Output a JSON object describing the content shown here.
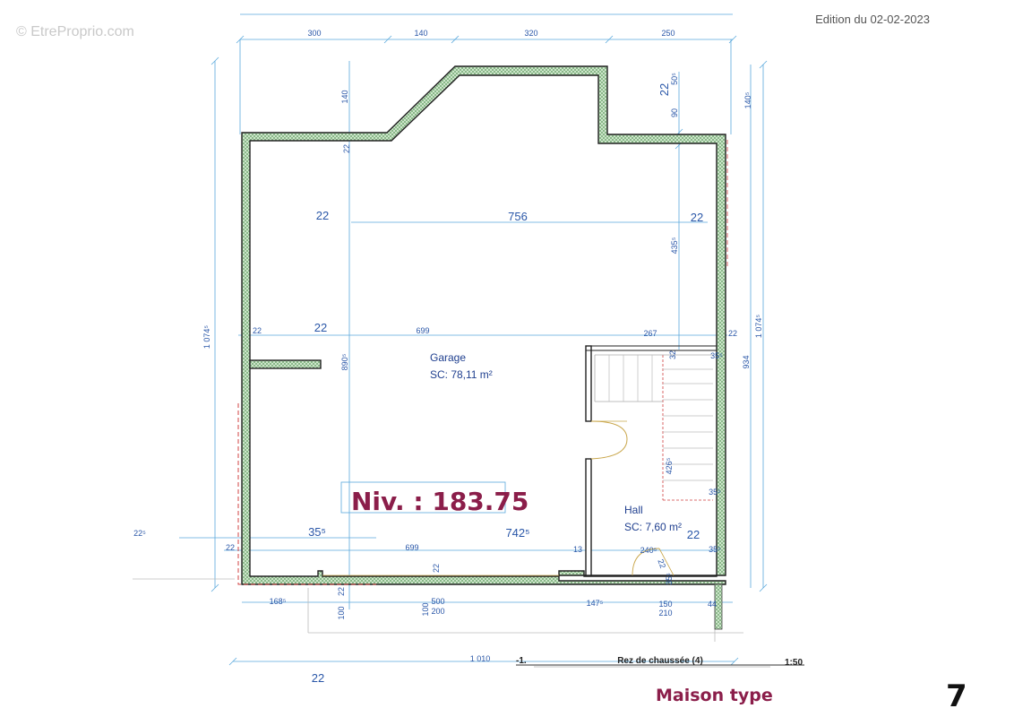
{
  "watermark": "© EtreProprio.com",
  "edition": "Edition du 02-02-2023",
  "level_label": "Niv. : 183.75",
  "footer": {
    "title": "Maison type",
    "page_number": "7",
    "sheet_ref": "-1.",
    "sheet_title": "Rez de chaussée (4)",
    "scale": "1:50"
  },
  "rooms": [
    {
      "name": "Garage",
      "area": "SC: 78,11 m²"
    },
    {
      "name": "Hall",
      "area": "SC: 7,60 m²"
    }
  ],
  "dimensions": {
    "top": [
      "300",
      "140",
      "320",
      "250"
    ],
    "left_total": "1 074⁵",
    "right_total": "1 074⁵",
    "right_inner": "934",
    "upper_140": "140",
    "upper_22": "22",
    "right_50": "50⁵",
    "right_22": "22",
    "right_90": "90",
    "right_140": "140⁵",
    "right_435": "435⁵",
    "width_756": "756",
    "w22_a": "22",
    "w22_b": "22",
    "mid_22_left": "22",
    "mid_22_big": "22",
    "mid_699": "699",
    "mid_267": "267",
    "mid_22_right": "22",
    "v890": "890⁵",
    "stair_32": "32",
    "stair_35a": "35⁵",
    "stair_426": "426⁵",
    "stair_35b": "35⁵",
    "low_22": "22⁵",
    "low_35": "35⁵",
    "low_742": "742⁵",
    "hall_22": "22",
    "bot_22_left": "22",
    "bot_699": "699",
    "bot_13": "13",
    "bot_240": "240⁵",
    "bot_35": "35⁵",
    "bot_22_door": "22",
    "bot_35_door": "35⁵",
    "bot_22_v": "22",
    "bot_22_v2": "22",
    "b168": "168⁵",
    "b500": "500",
    "b200": "200",
    "b100_left": "100",
    "b100_mid": "100",
    "b147": "147⁵",
    "b150": "150",
    "b210": "210",
    "b44": "44",
    "total_1010": "1 010",
    "foot_22": "22"
  }
}
